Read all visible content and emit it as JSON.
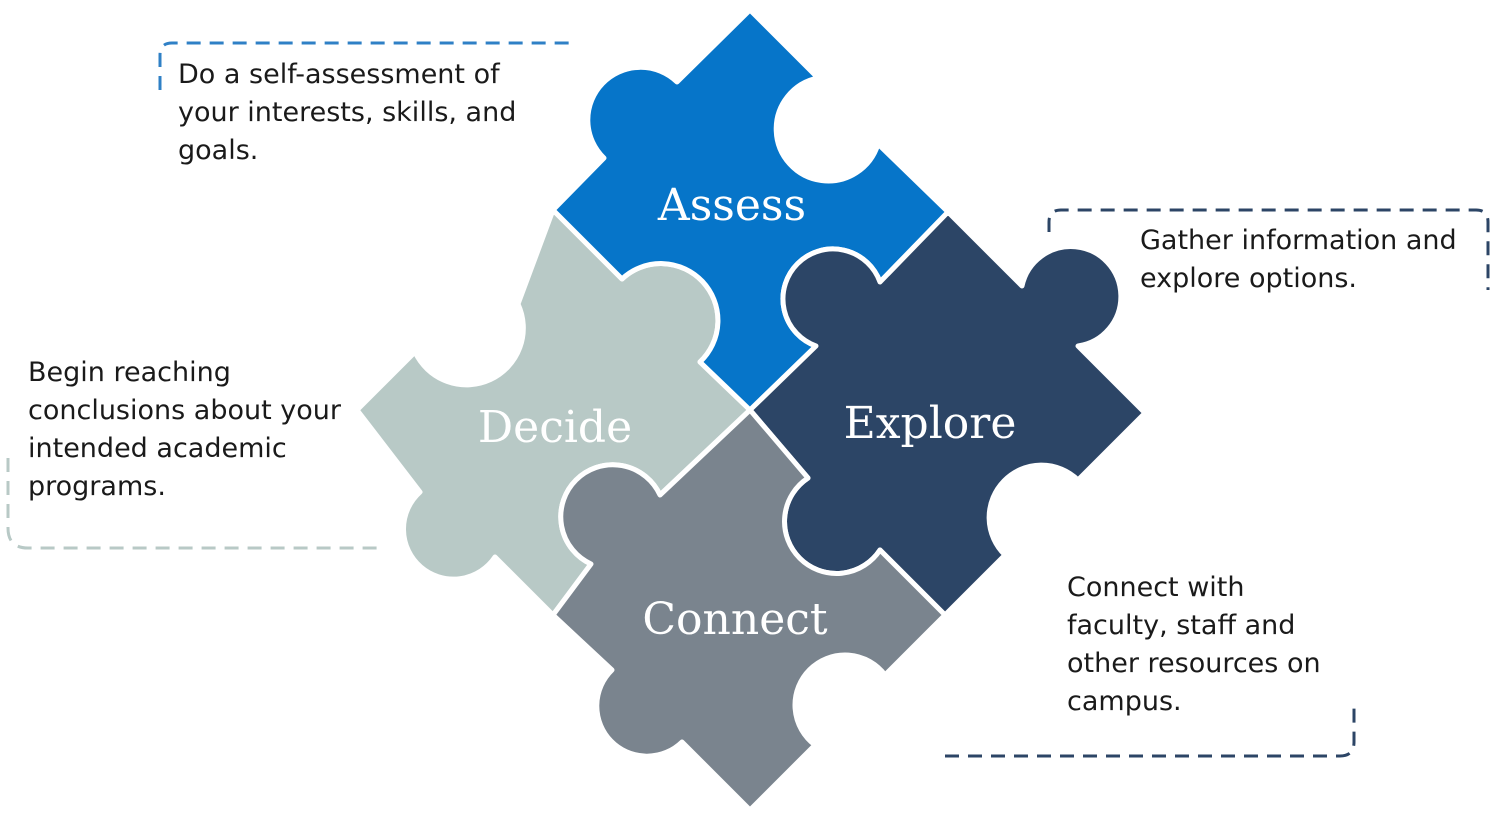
{
  "pieces": {
    "assess": {
      "label": "Assess",
      "color": "#0675C9"
    },
    "explore": {
      "label": "Explore",
      "color": "#2C4566"
    },
    "connect": {
      "label": "Connect",
      "color": "#7A848E"
    },
    "decide": {
      "label": "Decide",
      "color": "#B8C9C6"
    }
  },
  "notes": {
    "assess": {
      "lines": [
        "Do a self-assessment of",
        "your interests, skills, and",
        "goals."
      ],
      "border_color": "#2F80C6"
    },
    "explore": {
      "lines": [
        "Gather information and",
        "explore options."
      ],
      "border_color": "#2C4566"
    },
    "decide": {
      "lines": [
        "Begin reaching",
        "conclusions about your",
        "intended academic",
        "programs."
      ],
      "border_color": "#B8C9C6"
    },
    "connect": {
      "lines": [
        "Connect with",
        "faculty, staff and",
        "other resources on",
        "campus."
      ],
      "border_color": "#2C4566"
    }
  }
}
